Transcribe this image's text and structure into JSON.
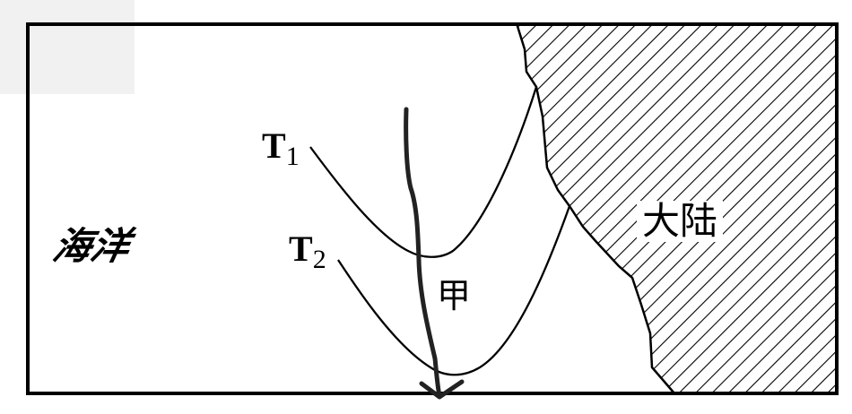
{
  "diagram": {
    "ocean_label": "海洋",
    "continent_label": "大陆",
    "isotherms": [
      {
        "name": "T1",
        "letter": "T",
        "subscript": "1"
      },
      {
        "name": "T2",
        "letter": "T",
        "subscript": "2"
      }
    ],
    "current_label": "甲",
    "colors": {
      "line": "#000000",
      "background": "#ffffff"
    }
  }
}
